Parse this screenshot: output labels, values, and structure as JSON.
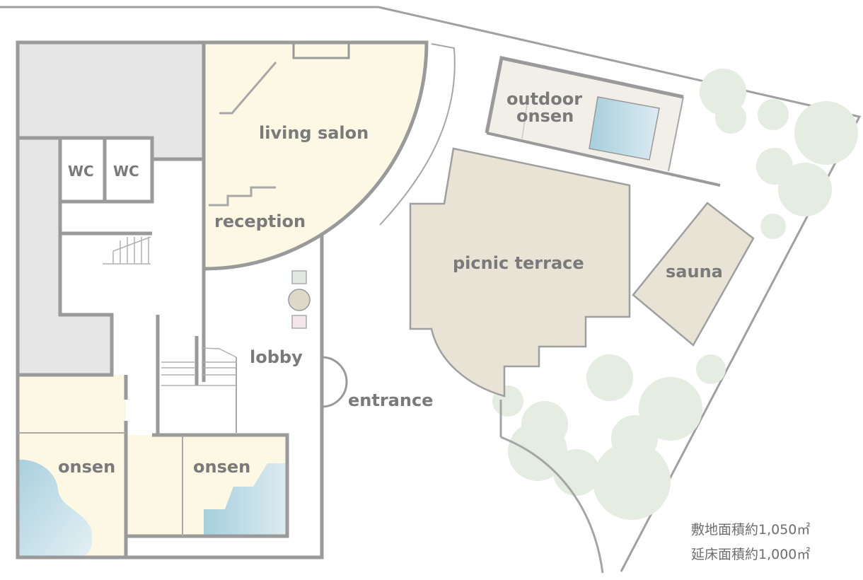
{
  "rooms": {
    "living_salon": "living salon",
    "reception": "reception",
    "lobby": "lobby",
    "entrance": "entrance",
    "wc_left": "WC",
    "wc_right": "WC",
    "onsen_left": "onsen",
    "onsen_right": "onsen",
    "outdoor_onsen_line1": "outdoor",
    "outdoor_onsen_line2": "onsen",
    "picnic_terrace": "picnic terrace",
    "sauna": "sauna"
  },
  "area_info": {
    "site_area": "敷地面積約1,050㎡",
    "floor_area": "延床面積約1,000㎡"
  },
  "colors": {
    "wall": "#9a9a9a",
    "gray_room": "#e6e6e6",
    "cream_room": "#fcf8e3",
    "terrace": "#e8e3d5",
    "water_light": "#dbeaf0",
    "water_dark": "#a9d0de",
    "tree": "#e6ede3",
    "label": "#7a7a7a"
  }
}
